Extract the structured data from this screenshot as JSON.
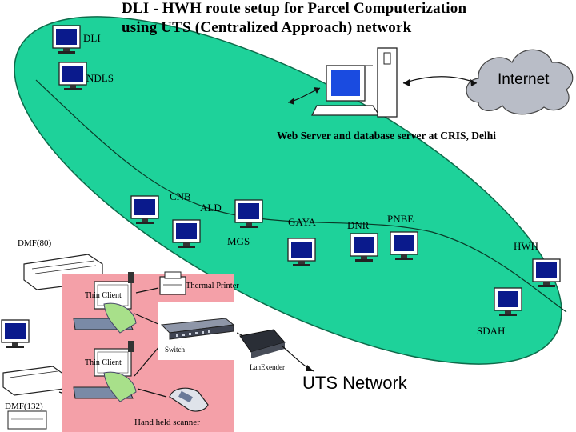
{
  "title": {
    "line1": "DLI - HWH route setup for Parcel Computerization",
    "line2": "using UTS (Centralized Approach) network"
  },
  "server": {
    "label": "Web Server and database server at CRIS, Delhi"
  },
  "internet": {
    "label": "Internet"
  },
  "network": {
    "label": "UTS Network"
  },
  "stations": {
    "dli": "DLI",
    "ndls": "NDLS",
    "cnb": "CNB",
    "ald": "ALD",
    "mgs": "MGS",
    "gaya": "GAYA",
    "dnr": "DNR",
    "pnbe": "PNBE",
    "hwh": "HWH",
    "sdah": "SDAH"
  },
  "devices": {
    "dmf80": "DMF(80)",
    "dmf132": "DMF(132)",
    "thin_client_1": "Thin Client",
    "thin_client_2": "Thin Client",
    "thermal_printer": "Thermal Printer",
    "switch": "Switch",
    "lan_extender": "LanExender",
    "scanner": "Hand held scanner"
  },
  "colors": {
    "ellipse_fill": "#1ed29a",
    "lan_panel": "#f4a0a8",
    "monitor_screen": "#0a1a8c",
    "cloud": "#b9bdc7"
  }
}
